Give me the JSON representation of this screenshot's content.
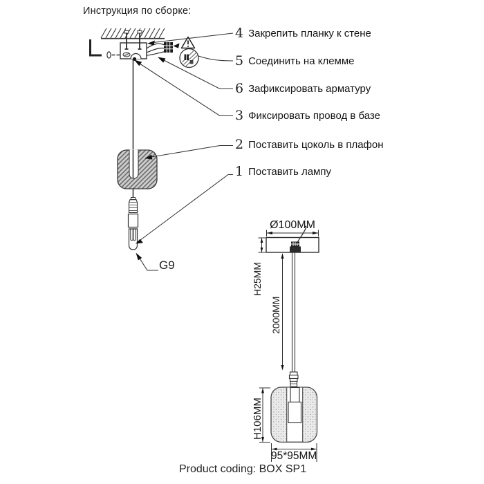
{
  "title": "Инструкция по сборке:",
  "callouts": [
    {
      "num": "4",
      "label": "Закрепить планку к стене"
    },
    {
      "num": "5",
      "label": "Соединить на клемме"
    },
    {
      "num": "6",
      "label": "Зафиксировать арматуру"
    },
    {
      "num": "3",
      "label": "Фиксировать провод в базе"
    },
    {
      "num": "2",
      "label": "Поставить цоколь в плафон"
    },
    {
      "num": "1",
      "label": "Поставить лампу"
    }
  ],
  "bulb_label": "G9",
  "dimensions": {
    "canopy_diameter": "Ø100MM",
    "canopy_height": "H25MM",
    "cable_length": "2000MM",
    "shade_height": "H106MM",
    "shade_footprint": "95*95MM"
  },
  "footer": {
    "product_coding": "Product coding: BOX SP1"
  },
  "colors": {
    "line": "#2f2f2f",
    "fill_hatch": "#8a8a8a",
    "paper": "#ffffff"
  }
}
